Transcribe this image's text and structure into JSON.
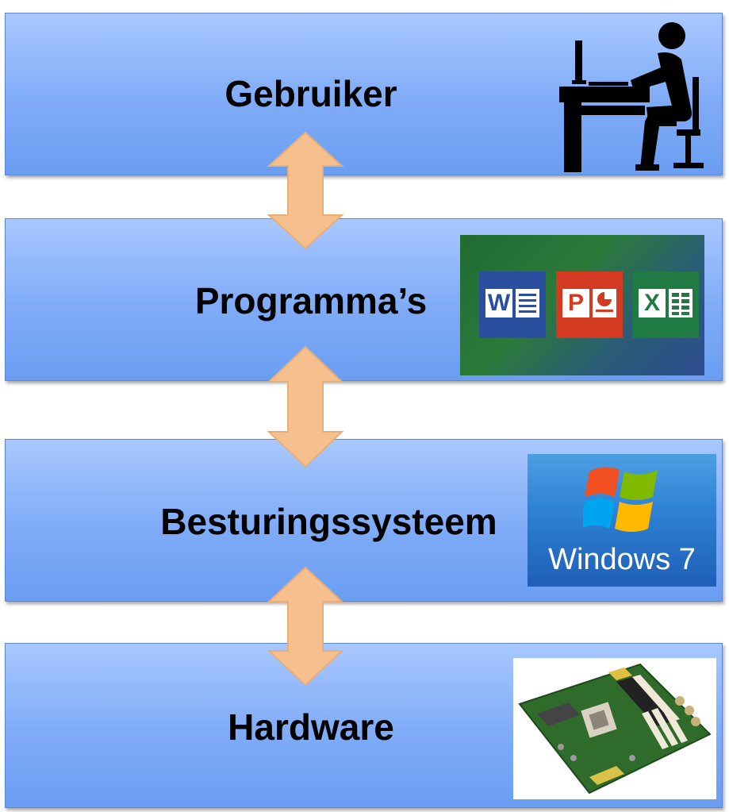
{
  "layers": {
    "user": {
      "label": "Gebruiker"
    },
    "programs": {
      "label": "Programma’s",
      "apps": [
        {
          "name": "word-icon",
          "letter": "W"
        },
        {
          "name": "powerpoint-icon",
          "letter": "P"
        },
        {
          "name": "excel-icon",
          "letter": "X"
        }
      ]
    },
    "os": {
      "label": "Besturingssysteem",
      "logo_text": "Windows 7"
    },
    "hardware": {
      "label": "Hardware"
    }
  },
  "colors": {
    "layer_fill": "#7fabf7",
    "arrow_fill": "#f6c08e",
    "arrow_stroke": "#e8ad78"
  }
}
